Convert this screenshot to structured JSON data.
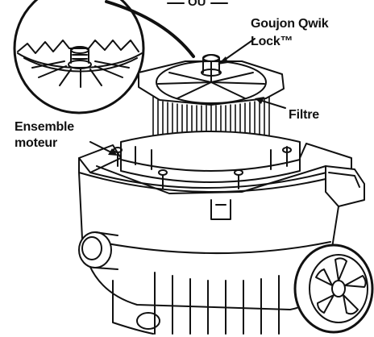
{
  "header": {
    "fragment": "OU"
  },
  "labels": {
    "goujon": [
      "Goujon Qwik",
      "Lock™"
    ],
    "filtre": "Filtre",
    "ensemble": [
      "Ensemble",
      "moteur"
    ]
  },
  "colors": {
    "ink": "#111111",
    "paper": "#ffffff",
    "shade": "#e8e8e8"
  }
}
